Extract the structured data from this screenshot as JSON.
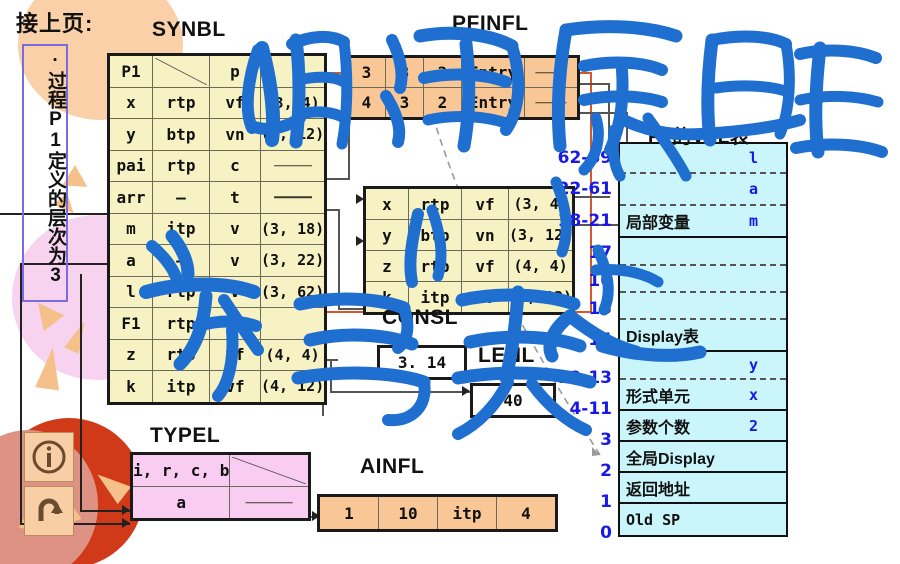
{
  "header": {
    "continued_label": "接上页:",
    "note_vertical": "·过程P1定义的层次为3"
  },
  "titles": {
    "synbl": "SYNBL",
    "pfinfl": "PFINFL",
    "consl": "CONSL",
    "lenl": "LENL",
    "typel": "TYPEL",
    "ainfl": "AINFL",
    "val": "P1的VAL表"
  },
  "synbl": {
    "rows": [
      {
        "name": "P1",
        "type": "",
        "cat": "p",
        "addr": ""
      },
      {
        "name": "x",
        "type": "rtp",
        "cat": "vf",
        "addr": "(3, 4)"
      },
      {
        "name": "y",
        "type": "btp",
        "cat": "vn",
        "addr": "(3, 12)"
      },
      {
        "name": "pai",
        "type": "rtp",
        "cat": "c",
        "addr": "—"
      },
      {
        "name": "arr",
        "type": "—",
        "cat": "t",
        "addr": "—"
      },
      {
        "name": "m",
        "type": "itp",
        "cat": "v",
        "addr": "(3, 18)"
      },
      {
        "name": "a",
        "type": "—",
        "cat": "v",
        "addr": "(3, 22)"
      },
      {
        "name": "l",
        "type": "rtp",
        "cat": "v",
        "addr": "(3, 62)"
      },
      {
        "name": "F1",
        "type": "rtp",
        "cat": "f",
        "addr": ""
      },
      {
        "name": "z",
        "type": "rtp",
        "cat": "vf",
        "addr": "(4, 4)"
      },
      {
        "name": "k",
        "type": "itp",
        "cat": "vf",
        "addr": "(4, 12)"
      }
    ]
  },
  "pfinfl": {
    "rows": [
      {
        "c0": "3",
        "c1": "3",
        "c2": "2",
        "c3": "Entry",
        "c4": ""
      },
      {
        "c0": "4",
        "c1": "3",
        "c2": "2",
        "c3": "Entry",
        "c4": ""
      }
    ]
  },
  "midtbl": {
    "rows": [
      {
        "name": "x",
        "type": "rtp",
        "cat": "vf",
        "addr": "(3, 4)"
      },
      {
        "name": "y",
        "type": "btp",
        "cat": "vn",
        "addr": "(3, 12)"
      },
      {
        "name": "z",
        "type": "rtp",
        "cat": "vf",
        "addr": "(4, 4)"
      },
      {
        "name": "k",
        "type": "itp",
        "cat": "vf",
        "addr": "(4, 12)"
      }
    ]
  },
  "consl": {
    "value": "3. 14"
  },
  "lenl": {
    "value": "40"
  },
  "typel": {
    "rows": [
      {
        "left": "i, r, c, b",
        "right": ""
      },
      {
        "left": "a",
        "right": ""
      }
    ]
  },
  "ainfl": {
    "cells": [
      "1",
      "10",
      "itp",
      "4"
    ]
  },
  "val": {
    "rows": [
      {
        "range": "62-69",
        "label": "",
        "value": "l"
      },
      {
        "range": "22-61",
        "label": "",
        "value": "a"
      },
      {
        "range": "18-21",
        "label": "局部变量",
        "value": "m"
      },
      {
        "range": "17",
        "label": "",
        "value": ""
      },
      {
        "range": "16",
        "label": "",
        "value": ""
      },
      {
        "range": "15",
        "label": "",
        "value": ""
      },
      {
        "range": "14",
        "label": "Display表",
        "value": ""
      },
      {
        "range": "12-13",
        "label": "",
        "value": "y"
      },
      {
        "range": "4-11",
        "label": "形式单元",
        "value": "x"
      },
      {
        "range": "3",
        "label": "参数个数",
        "value": "2"
      },
      {
        "range": "2",
        "label": "全局Display",
        "value": ""
      },
      {
        "range": "1",
        "label": "返回地址",
        "value": ""
      },
      {
        "range": "0",
        "label": "Old SP",
        "value": ""
      }
    ]
  },
  "icons": {
    "info": "info-icon",
    "return": "return-arrow-icon"
  },
  "colors": {
    "synbl_fill": "#f6f2c4",
    "pfinfl_fill": "#f8c795",
    "typel_fill": "#f9cdf2",
    "val_fill": "#c9f5fb",
    "ink_blue": "#1f6fd0",
    "value_blue": "#1919e6",
    "accent_red": "#d4582b"
  },
  "ink_annotation": "编译原理 符号表"
}
